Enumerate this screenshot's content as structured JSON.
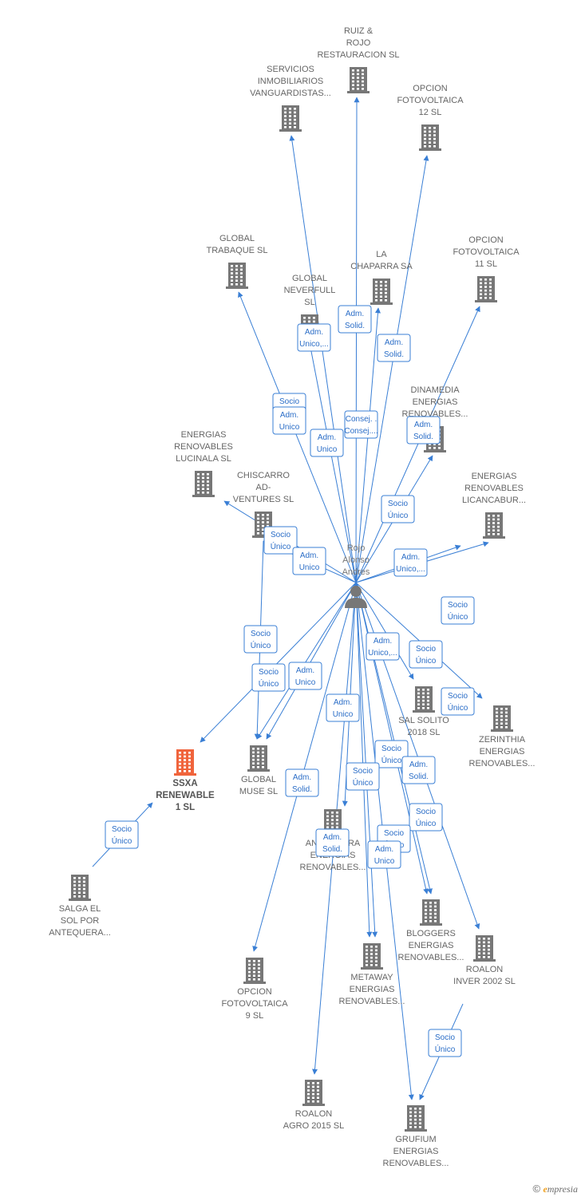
{
  "colors": {
    "edge": "#3a7fd5",
    "building": "#777777",
    "main_building": "#f0643c",
    "person": "#777777"
  },
  "person": {
    "name_lines": [
      "Rojo",
      "Alonso",
      "Andres"
    ],
    "icon": "person-icon"
  },
  "nodes": [
    {
      "id": "ruiz",
      "lines": [
        "RUIZ &",
        "ROJO",
        "RESTAURACION SL"
      ]
    },
    {
      "id": "servicios",
      "lines": [
        "SERVICIOS",
        "INMOBILIARIOS",
        "VANGUARDISTAS..."
      ]
    },
    {
      "id": "opcion12",
      "lines": [
        "OPCION",
        "FOTOVOLTAICA",
        "12 SL"
      ]
    },
    {
      "id": "global_trabaque",
      "lines": [
        "GLOBAL",
        "TRABAQUE  SL"
      ]
    },
    {
      "id": "la_chaparra",
      "lines": [
        "LA",
        "CHAPARRA SA"
      ]
    },
    {
      "id": "opcion11",
      "lines": [
        "OPCION",
        "FOTOVOLTAICA",
        "11 SL"
      ]
    },
    {
      "id": "global_neverfull",
      "lines": [
        "GLOBAL",
        "NEVERFULL",
        "SL"
      ]
    },
    {
      "id": "dinamedia",
      "lines": [
        "DINAMEDIA",
        "ENERGIAS",
        "RENOVABLES..."
      ]
    },
    {
      "id": "lucinala",
      "lines": [
        "ENERGIAS",
        "RENOVABLES",
        "LUCINALA  SL"
      ]
    },
    {
      "id": "chiscarro",
      "lines": [
        "CHISCARRO",
        "AD-",
        "VENTURES  SL"
      ]
    },
    {
      "id": "licancabur",
      "lines": [
        "ENERGIAS",
        "RENOVABLES",
        "LICANCABUR..."
      ]
    },
    {
      "id": "sal_solito",
      "lines": [
        "SAL SOLITO",
        "2018  SL"
      ]
    },
    {
      "id": "zerinthia",
      "lines": [
        "ZERINTHIA",
        "ENERGIAS",
        "RENOVABLES..."
      ]
    },
    {
      "id": "ssxa",
      "lines": [
        "SSXA",
        "RENEWABLE",
        "1  SL"
      ],
      "main": true
    },
    {
      "id": "global_muse",
      "lines": [
        "GLOBAL",
        "MUSE  SL"
      ]
    },
    {
      "id": "antequera_er",
      "lines": [
        "ANTEQUERA",
        "ENERGIAS",
        "RENOVABLES..."
      ]
    },
    {
      "id": "salga",
      "lines": [
        "SALGA EL",
        "SOL POR",
        "ANTEQUERA..."
      ]
    },
    {
      "id": "bloggers",
      "lines": [
        "BLOGGERS",
        "ENERGIAS",
        "RENOVABLES..."
      ]
    },
    {
      "id": "roalon_inver",
      "lines": [
        "ROALON",
        "INVER 2002 SL"
      ]
    },
    {
      "id": "opcion9",
      "lines": [
        "OPCION",
        "FOTOVOLTAICA",
        "9 SL"
      ]
    },
    {
      "id": "metaway",
      "lines": [
        "METAWAY",
        "ENERGIAS",
        "RENOVABLES..."
      ]
    },
    {
      "id": "roalon_agro",
      "lines": [
        "ROALON",
        "AGRO 2015  SL"
      ]
    },
    {
      "id": "grufium",
      "lines": [
        "GRUFIUM",
        "ENERGIAS",
        "RENOVABLES..."
      ]
    }
  ],
  "edge_labels": [
    [
      "Adm.",
      "Solid."
    ],
    [
      "Adm.",
      "Unico,..."
    ],
    [
      "Adm.",
      "Solid."
    ],
    [
      "Socio",
      "Único"
    ],
    [
      "Adm.",
      "Unico"
    ],
    [
      "Consej. .",
      "Consej...."
    ],
    [
      "Adm.",
      "Solid."
    ],
    [
      "Adm.",
      "Unico"
    ],
    [
      "Socio",
      "Único"
    ],
    [
      "Socio",
      "Único"
    ],
    [
      "Adm.",
      "Unico"
    ],
    [
      "Adm.",
      "Unico,..."
    ],
    [
      "Socio",
      "Único"
    ],
    [
      "Socio",
      "Único"
    ],
    [
      "Adm.",
      "Unico,..."
    ],
    [
      "Socio",
      "Único"
    ],
    [
      "Socio",
      "Único"
    ],
    [
      "Adm.",
      "Unico"
    ],
    [
      "Adm.",
      "Unico"
    ],
    [
      "Socio",
      "Único"
    ],
    [
      "Socio",
      "Único"
    ],
    [
      "Adm.",
      "Solid."
    ],
    [
      "Adm.",
      "Solid."
    ],
    [
      "Socio",
      "Único"
    ],
    [
      "Socio",
      "Único"
    ],
    [
      "Socio",
      "Único"
    ],
    [
      "Adm.",
      "Solid."
    ],
    [
      "Adm.",
      "Unico"
    ],
    [
      "Socio",
      "Único"
    ],
    [
      "Socio",
      "Único"
    ]
  ],
  "footer": {
    "copyright": "©",
    "brand_initial": "e",
    "brand_rest": "mpresia"
  }
}
